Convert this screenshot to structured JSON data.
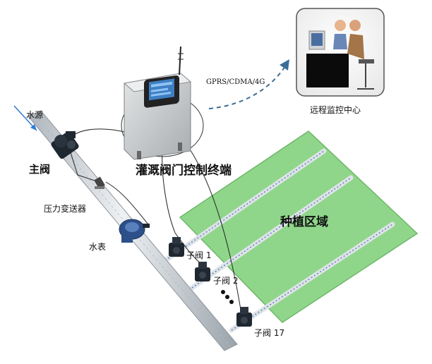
{
  "labels": {
    "water_source": "水源",
    "main_valve": "主阀",
    "pressure_transmitter": "压力变送器",
    "water_meter": "水表",
    "controller": "灌溉阀门控制终端",
    "network": "GPRS/CDMA/4G",
    "remote_center": "远程监控中心",
    "planting_area": "种植区域",
    "sub_valve_1": "子阀 1",
    "sub_valve_2": "子阀 2",
    "sub_valve_17": "子阀 17"
  },
  "colors": {
    "field": "#8fd68a",
    "field_border": "#6fb86a",
    "pipe": "#d9dde2",
    "pipe_edge": "#9aa3ab",
    "valve": "#1f2730",
    "meter": "#2d4f8a",
    "link_dash": "#3a6e97",
    "cabinet": "#c9ccce"
  },
  "icons": [
    "water-arrow-icon",
    "antenna-icon",
    "dashed-arrow-icon",
    "ellipsis-dots-icon"
  ]
}
